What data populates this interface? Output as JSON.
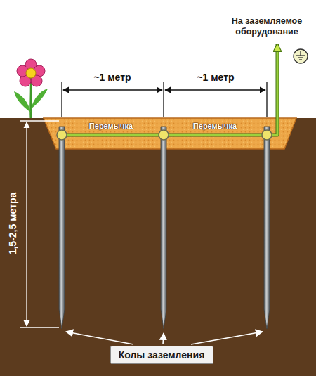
{
  "diagram": {
    "nodes": [
      {
        "text": [
          "Колы заземления"
        ]
      }
    ],
    "labels": [
      "На заземляемое оборудование",
      "~1 метр",
      "~1 метр",
      "Перемычка",
      "Перемычка",
      "1,5-2,5 метра"
    ]
  }
}
